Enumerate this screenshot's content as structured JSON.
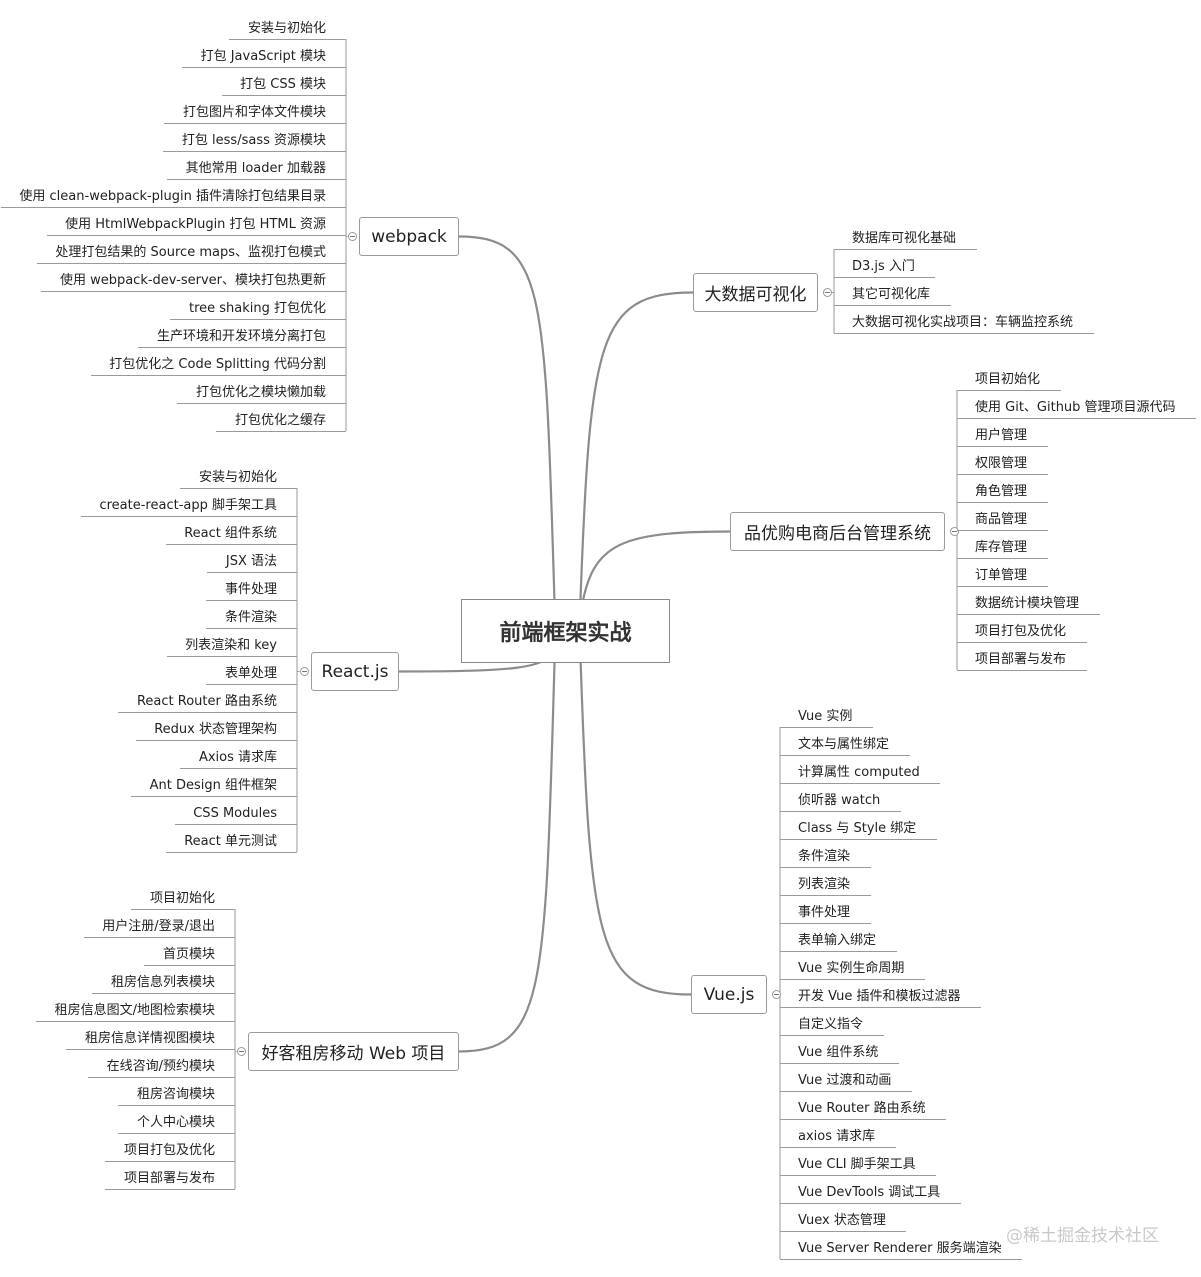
{
  "central": "前端框架实战",
  "watermark": "@稀土掘金技术社区",
  "branches": [
    {
      "label": "webpack",
      "side": "left",
      "items": [
        "安装与初始化",
        "打包 JavaScript 模块",
        "打包 CSS 模块",
        "打包图片和字体文件模块",
        "打包 less/sass 资源模块",
        "其他常用 loader 加载器",
        "使用 clean-webpack-plugin 插件清除打包结果目录",
        "使用 HtmlWebpackPlugin 打包 HTML 资源",
        "处理打包结果的 Source maps、监视打包模式",
        "使用 webpack-dev-server、模块打包热更新",
        "tree shaking 打包优化",
        "生产环境和开发环境分离打包",
        "打包优化之 Code Splitting 代码分割",
        "打包优化之模块懒加载",
        "打包优化之缓存"
      ]
    },
    {
      "label": "React.js",
      "side": "left",
      "items": [
        "安装与初始化",
        "create-react-app 脚手架工具",
        "React 组件系统",
        "JSX 语法",
        "事件处理",
        "条件渲染",
        "列表渲染和 key",
        "表单处理",
        "React Router 路由系统",
        "Redux 状态管理架构",
        "Axios 请求库",
        "Ant Design 组件框架",
        "CSS Modules",
        "React 单元测试"
      ]
    },
    {
      "label": "好客租房移动 Web 项目",
      "side": "left",
      "items": [
        "项目初始化",
        "用户注册/登录/退出",
        "首页模块",
        "租房信息列表模块",
        "租房信息图文/地图检索模块",
        "租房信息详情视图模块",
        "在线咨询/预约模块",
        "租房咨询模块",
        "个人中心模块",
        "项目打包及优化",
        "项目部署与发布"
      ]
    },
    {
      "label": "大数据可视化",
      "side": "right",
      "items": [
        "数据库可视化基础",
        "D3.js 入门",
        "其它可视化库",
        "大数据可视化实战项目：车辆监控系统"
      ]
    },
    {
      "label": "品优购电商后台管理系统",
      "side": "right",
      "items": [
        "项目初始化",
        "使用 Git、Github 管理项目源代码",
        "用户管理",
        "权限管理",
        "角色管理",
        "商品管理",
        "库存管理",
        "订单管理",
        "数据统计模块管理",
        "项目打包及优化",
        "项目部署与发布"
      ]
    },
    {
      "label": "Vue.js",
      "side": "right",
      "items": [
        "Vue 实例",
        "文本与属性绑定",
        "计算属性 computed",
        "侦听器 watch",
        "Class 与 Style 绑定",
        "条件渲染",
        "列表渲染",
        "事件处理",
        "表单输入绑定",
        "Vue 实例生命周期",
        "开发 Vue 插件和模板过滤器",
        "自定义指令",
        "Vue 组件系统",
        "Vue 过渡和动画",
        "Vue Router 路由系统",
        "axios 请求库",
        "Vue CLI 脚手架工具",
        "Vue DevTools 调试工具",
        "Vuex 状态管理",
        "Vue Server Renderer 服务端渲染"
      ]
    }
  ]
}
